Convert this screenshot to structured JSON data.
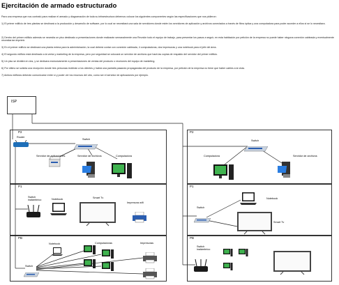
{
  "title": "Ejercitación de armado estructurado",
  "paragraphs": [
    "Para una empresa que nos contrató para realizar el armado y diagramación de toda su infraestructura debemos colocar los siguientes componentes según las especificaciones que nos pidieron:",
    "1) El primer edificio de tres plantas se destinará a la producción y desarrollo de software, por lo cual se necesitará una sala de servidores donde estén los servidores de aplicación y archivos conectados a través de fibra óptica y una computadora para poder acceder a ellos si se lo necesitara.",
    "2) Dentro del primer edificio además se necesita un piso destinado a presentaciones donde realizarán semanalmente una Reunión todo el equipo de trabajo, para presentar los pasos a seguir, en esta habitación por petición de la empresa no puede haber ninguna conexión cableada y eventualmente necesitarían imprimir.",
    "3) En el primer edificio se destinará una planta entera para la administración, la cual deberá contar con conexión cableada, 4 computadoras, dos impresoras y una notebook para el jefe del área.",
    "4) El segundo edificio está destinado a la venta y marketing de la empresa, pero por seguridad se colocará un servidor de archivos que hará las copias de respaldo del servidor del primer edificio.",
    "5) Un piso se dividirá en dos, y se dedicara exclusivamente a presentaciones de ventas del producto o reuniones del equipo de marketing.",
    "6) Por último se solicita una recepción donde tres personas recibirán a los clientes y habrá una pantalla pasando propagandas del producto de la empresa, por petición de la empresa no tiene que haber cables a la vista.",
    "7) Ambos edificios deberán comunicarse entre sí y poder ver los recursos del otro, como ser el servidor de aplicaciones por ejemplo."
  ],
  "isp_label": "ISP",
  "building1": {
    "p2": {
      "floor_label": "P2",
      "router": "Router",
      "switch": "Switch",
      "app_server": "Servidor de aplicaciones",
      "file_server": "Servidor de archivos",
      "computer": "Computadora"
    },
    "p1": {
      "floor_label": "P1",
      "wireless_switch": "Switch inalámbrico",
      "notebook": "Notebook",
      "smart_tv": "Smart Tv",
      "wifi_printer": "Impresora wifi"
    },
    "pb": {
      "floor_label": "PB",
      "notebook": "Notebook",
      "computers": "Computadoras",
      "printers": "Impresoras",
      "switch": "Switch"
    }
  },
  "building2": {
    "p2": {
      "floor_label": "P2",
      "switch": "Switch",
      "computer": "Computadora",
      "file_server": "Servidor de archivos"
    },
    "p1": {
      "floor_label": "P1",
      "switch": "Switch",
      "notebook": "Notebook",
      "smart_tv": "Smart Tv"
    },
    "pb": {
      "floor_label": "PB",
      "wireless_switch": "Switch inalámbrico"
    }
  },
  "colors": {
    "line": "#222222",
    "switch_blue": "#2a5db0",
    "monitor_green": "#3fb34f",
    "router_blue": "#1e6fb8",
    "tv_gray": "#444444"
  }
}
